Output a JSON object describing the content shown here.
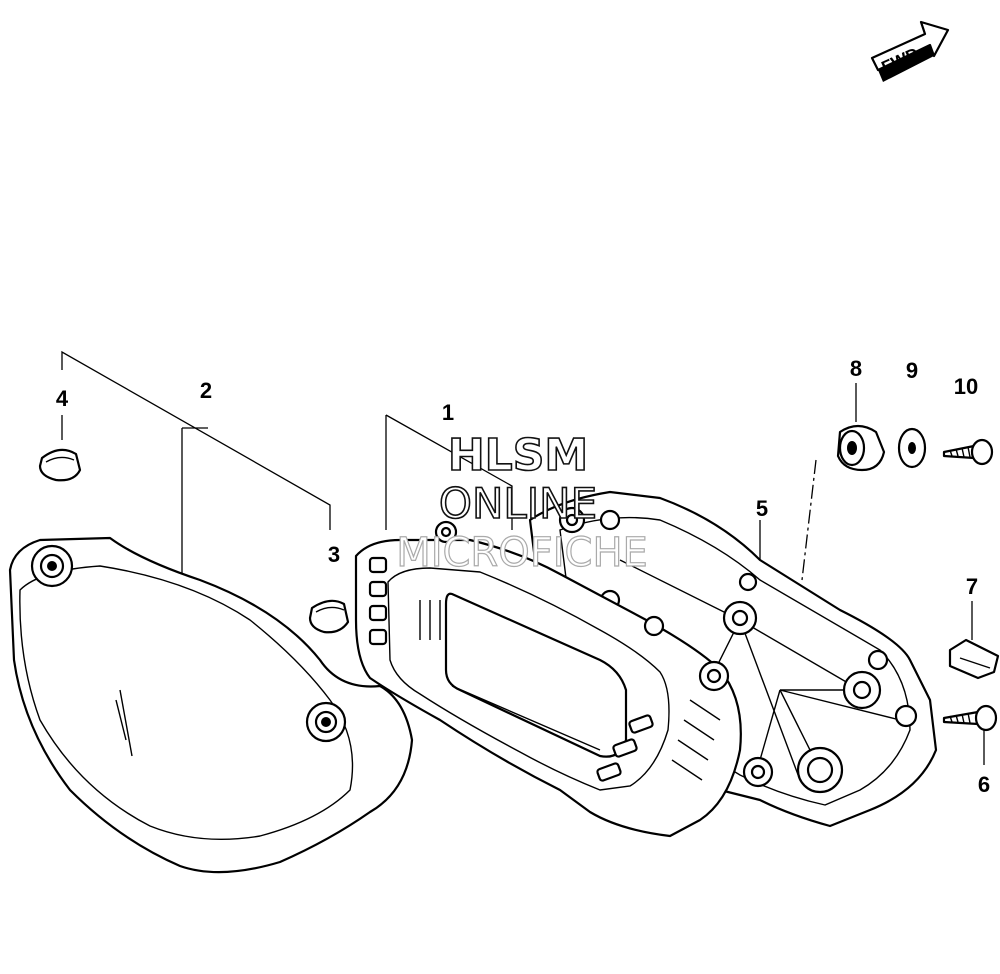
{
  "fwd_label": "FWD",
  "callouts": [
    "1",
    "2",
    "3",
    "4",
    "5",
    "6",
    "7",
    "8",
    "9",
    "10"
  ],
  "watermark": {
    "line1": "HLSM",
    "line2": "ONLINE",
    "line3": "MICROFICHE"
  }
}
